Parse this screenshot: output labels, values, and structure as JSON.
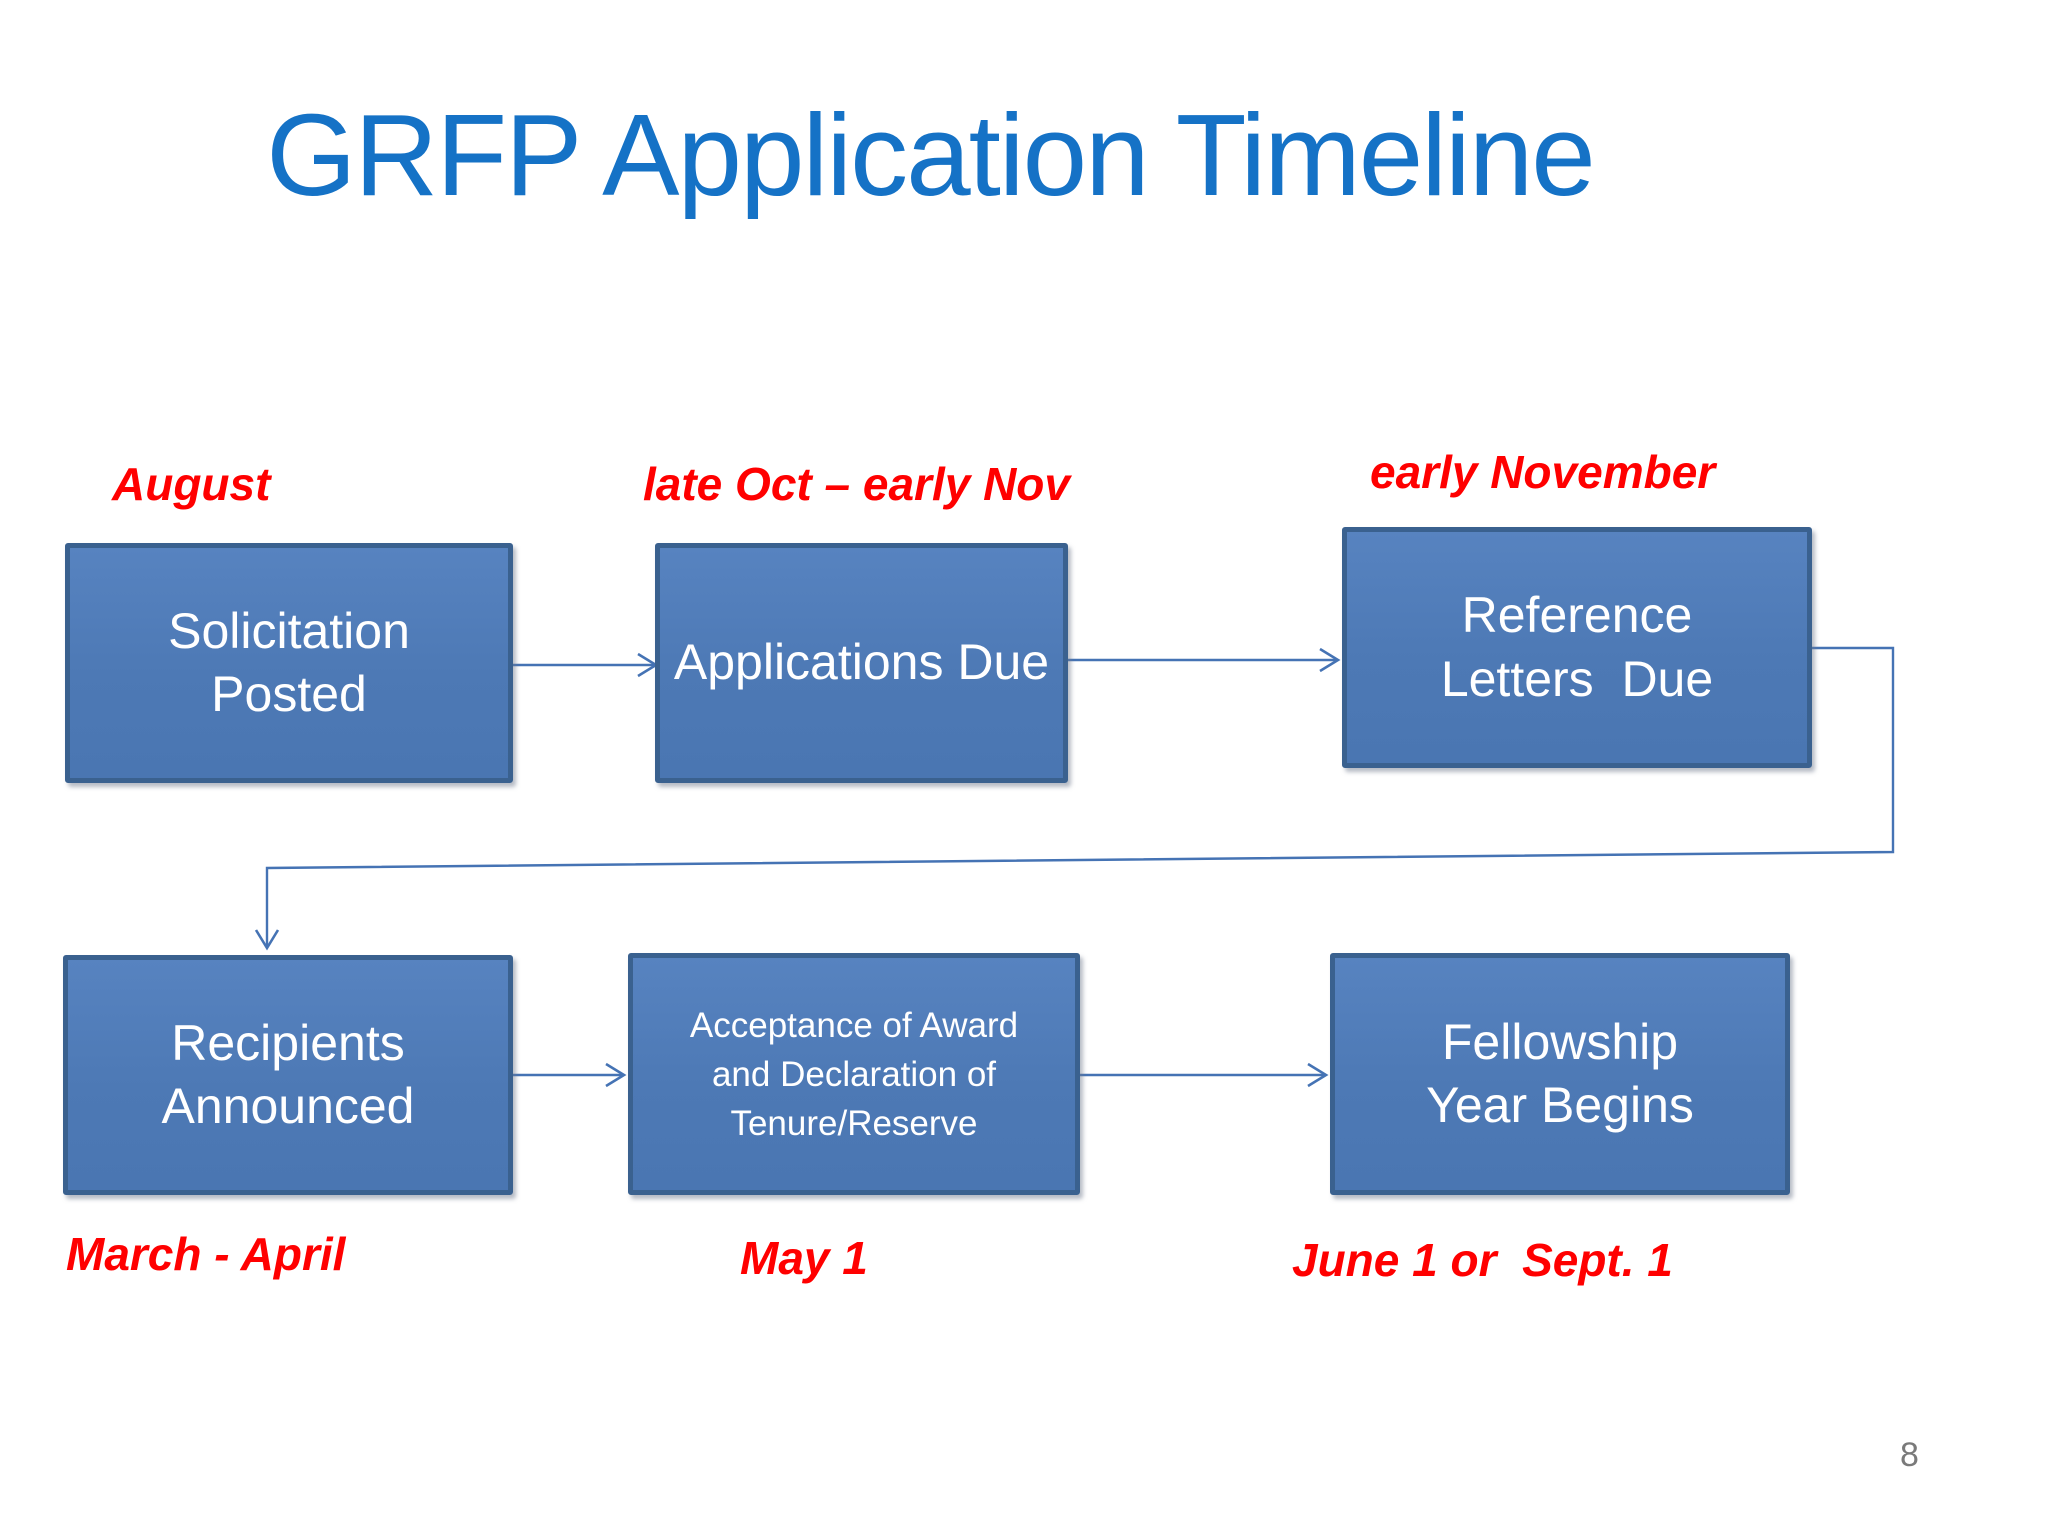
{
  "slide": {
    "title": "GRFP Application Timeline",
    "page_number": "8",
    "colors": {
      "title_blue": "#1572c6",
      "date_red": "#ff0000",
      "box_fill": "#4d79b5",
      "box_border": "#3a618f",
      "box_text": "#ffffff",
      "connector_blue": "#4573b4",
      "page_number_gray": "#7a7a7a"
    }
  },
  "timeline": {
    "steps": [
      {
        "date": "August",
        "label": "Solicitation\nPosted"
      },
      {
        "date": "late Oct – early Nov",
        "label": "Applications Due"
      },
      {
        "date": "early November",
        "label": "Reference\nLetters  Due"
      },
      {
        "date": "March - April",
        "label": "Recipients\nAnnounced"
      },
      {
        "date": "May 1",
        "label": "Acceptance of Award\nand Declaration of\nTenure/Reserve"
      },
      {
        "date": "June 1 or  Sept. 1",
        "label": "Fellowship\nYear Begins"
      }
    ]
  }
}
